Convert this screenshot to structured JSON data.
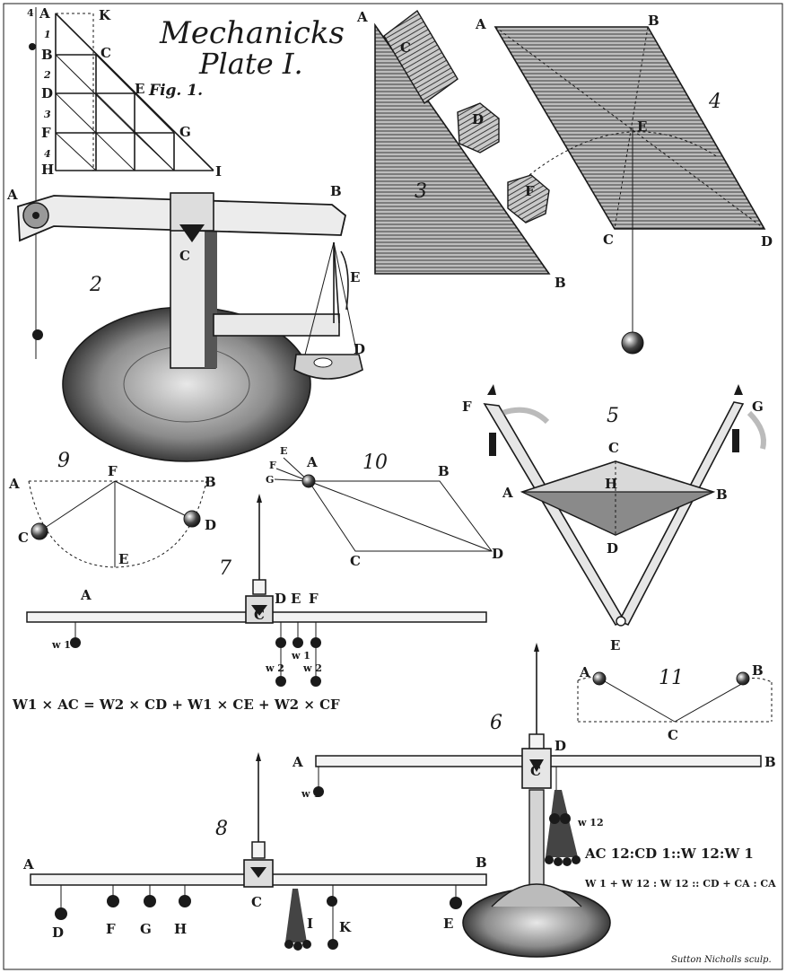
{
  "title": {
    "line1": "Mechanicks",
    "line2": "Plate I."
  },
  "engraver": "Sutton Nicholls sculp.",
  "fig1": {
    "caption": "Fig. 1.",
    "left_labels": [
      "A",
      "B",
      "D",
      "F",
      "H"
    ],
    "numbers": [
      "1",
      "2",
      "3",
      "4"
    ],
    "right_labels": [
      "K",
      "C",
      "E",
      "G",
      "I"
    ],
    "top_mark": "4"
  },
  "fig2": {
    "number": "2",
    "labels": [
      "A",
      "B",
      "C",
      "E",
      "D"
    ]
  },
  "fig3": {
    "number": "3",
    "labels": [
      "A",
      "C",
      "D",
      "F",
      "B"
    ]
  },
  "fig4": {
    "number": "4",
    "labels": [
      "A",
      "B",
      "E",
      "C",
      "D"
    ]
  },
  "fig5": {
    "number": "5",
    "labels": [
      "F",
      "G",
      "C",
      "A",
      "H",
      "B",
      "D",
      "E"
    ]
  },
  "fig6": {
    "number": "6",
    "labels": [
      "A",
      "B",
      "C",
      "D"
    ],
    "weights": [
      "w 1",
      "w 12"
    ],
    "eq1": "AC 12:CD 1::W 12:W 1",
    "eq2": "W 1 + W 12 : W 12 :: CD + CA : CA"
  },
  "fig7": {
    "number": "7",
    "labels": [
      "A",
      "C",
      "D",
      "E",
      "F"
    ],
    "weights": [
      "w 1",
      "w 1",
      "w 2",
      "w 2"
    ],
    "equation": "W1 × AC = W2 × CD + W1 × CE + W2 × CF"
  },
  "fig8": {
    "number": "8",
    "labels": [
      "A",
      "B",
      "C",
      "D",
      "F",
      "G",
      "H",
      "I",
      "K",
      "E"
    ]
  },
  "fig9": {
    "number": "9",
    "labels": [
      "A",
      "F",
      "B",
      "C",
      "D",
      "E"
    ]
  },
  "fig10": {
    "number": "10",
    "labels": [
      "E",
      "F",
      "G",
      "A",
      "B",
      "C",
      "D"
    ]
  },
  "fig11": {
    "number": "11",
    "labels": [
      "A",
      "B",
      "C"
    ]
  }
}
